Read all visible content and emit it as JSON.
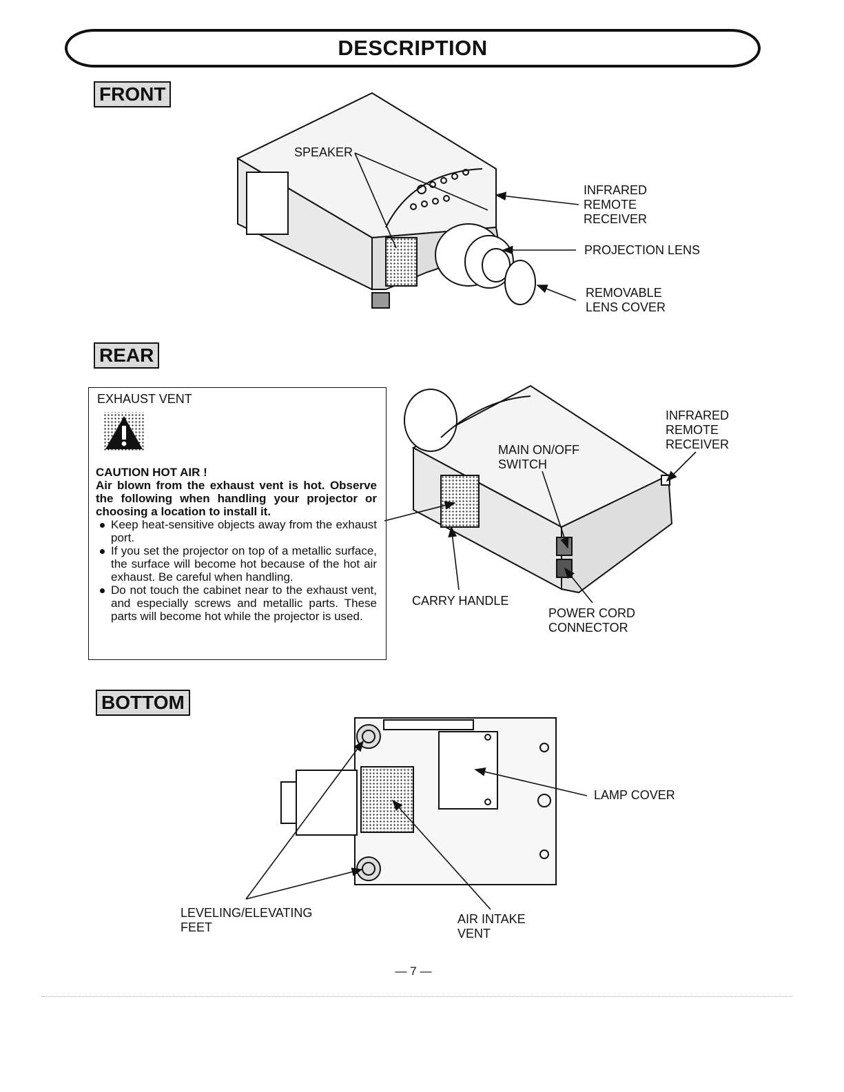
{
  "header": {
    "title": "DESCRIPTION"
  },
  "sections": {
    "front": "FRONT",
    "rear": "REAR",
    "bottom": "BOTTOM"
  },
  "front_labels": {
    "speaker": "SPEAKER",
    "infrared_remote_receiver": "INFRARED\nREMOTE\nRECEIVER",
    "projection_lens": "PROJECTION LENS",
    "removable_lens_cover": "REMOVABLE\nLENS COVER"
  },
  "rear_labels": {
    "exhaust_vent": "EXHAUST VENT",
    "main_switch": "MAIN ON/OFF\nSWITCH",
    "infrared_remote_receiver": "INFRARED\nREMOTE\nRECEIVER",
    "carry_handle": "CARRY HANDLE",
    "power_cord_connector": "POWER CORD\nCONNECTOR"
  },
  "caution": {
    "heading": "CAUTION HOT AIR !",
    "intro": "Air blown from the exhaust vent is hot. Observe the following when handling your projector or choosing a location to install it.",
    "bullets": [
      "Keep heat-sensitive objects away from the exhaust port.",
      "If you set the projector on top of a metallic surface, the surface will become hot because of the hot air exhaust. Be careful when handling.",
      "Do not touch the cabinet near to the exhaust vent, and especially screws and metallic parts. These parts will become hot while the projector is used."
    ]
  },
  "bottom_labels": {
    "lamp_cover": "LAMP COVER",
    "leveling_feet": "LEVELING/ELEVATING\nFEET",
    "air_intake_vent": "AIR INTAKE\nVENT"
  },
  "footer": {
    "page_number": "— 7 —"
  }
}
